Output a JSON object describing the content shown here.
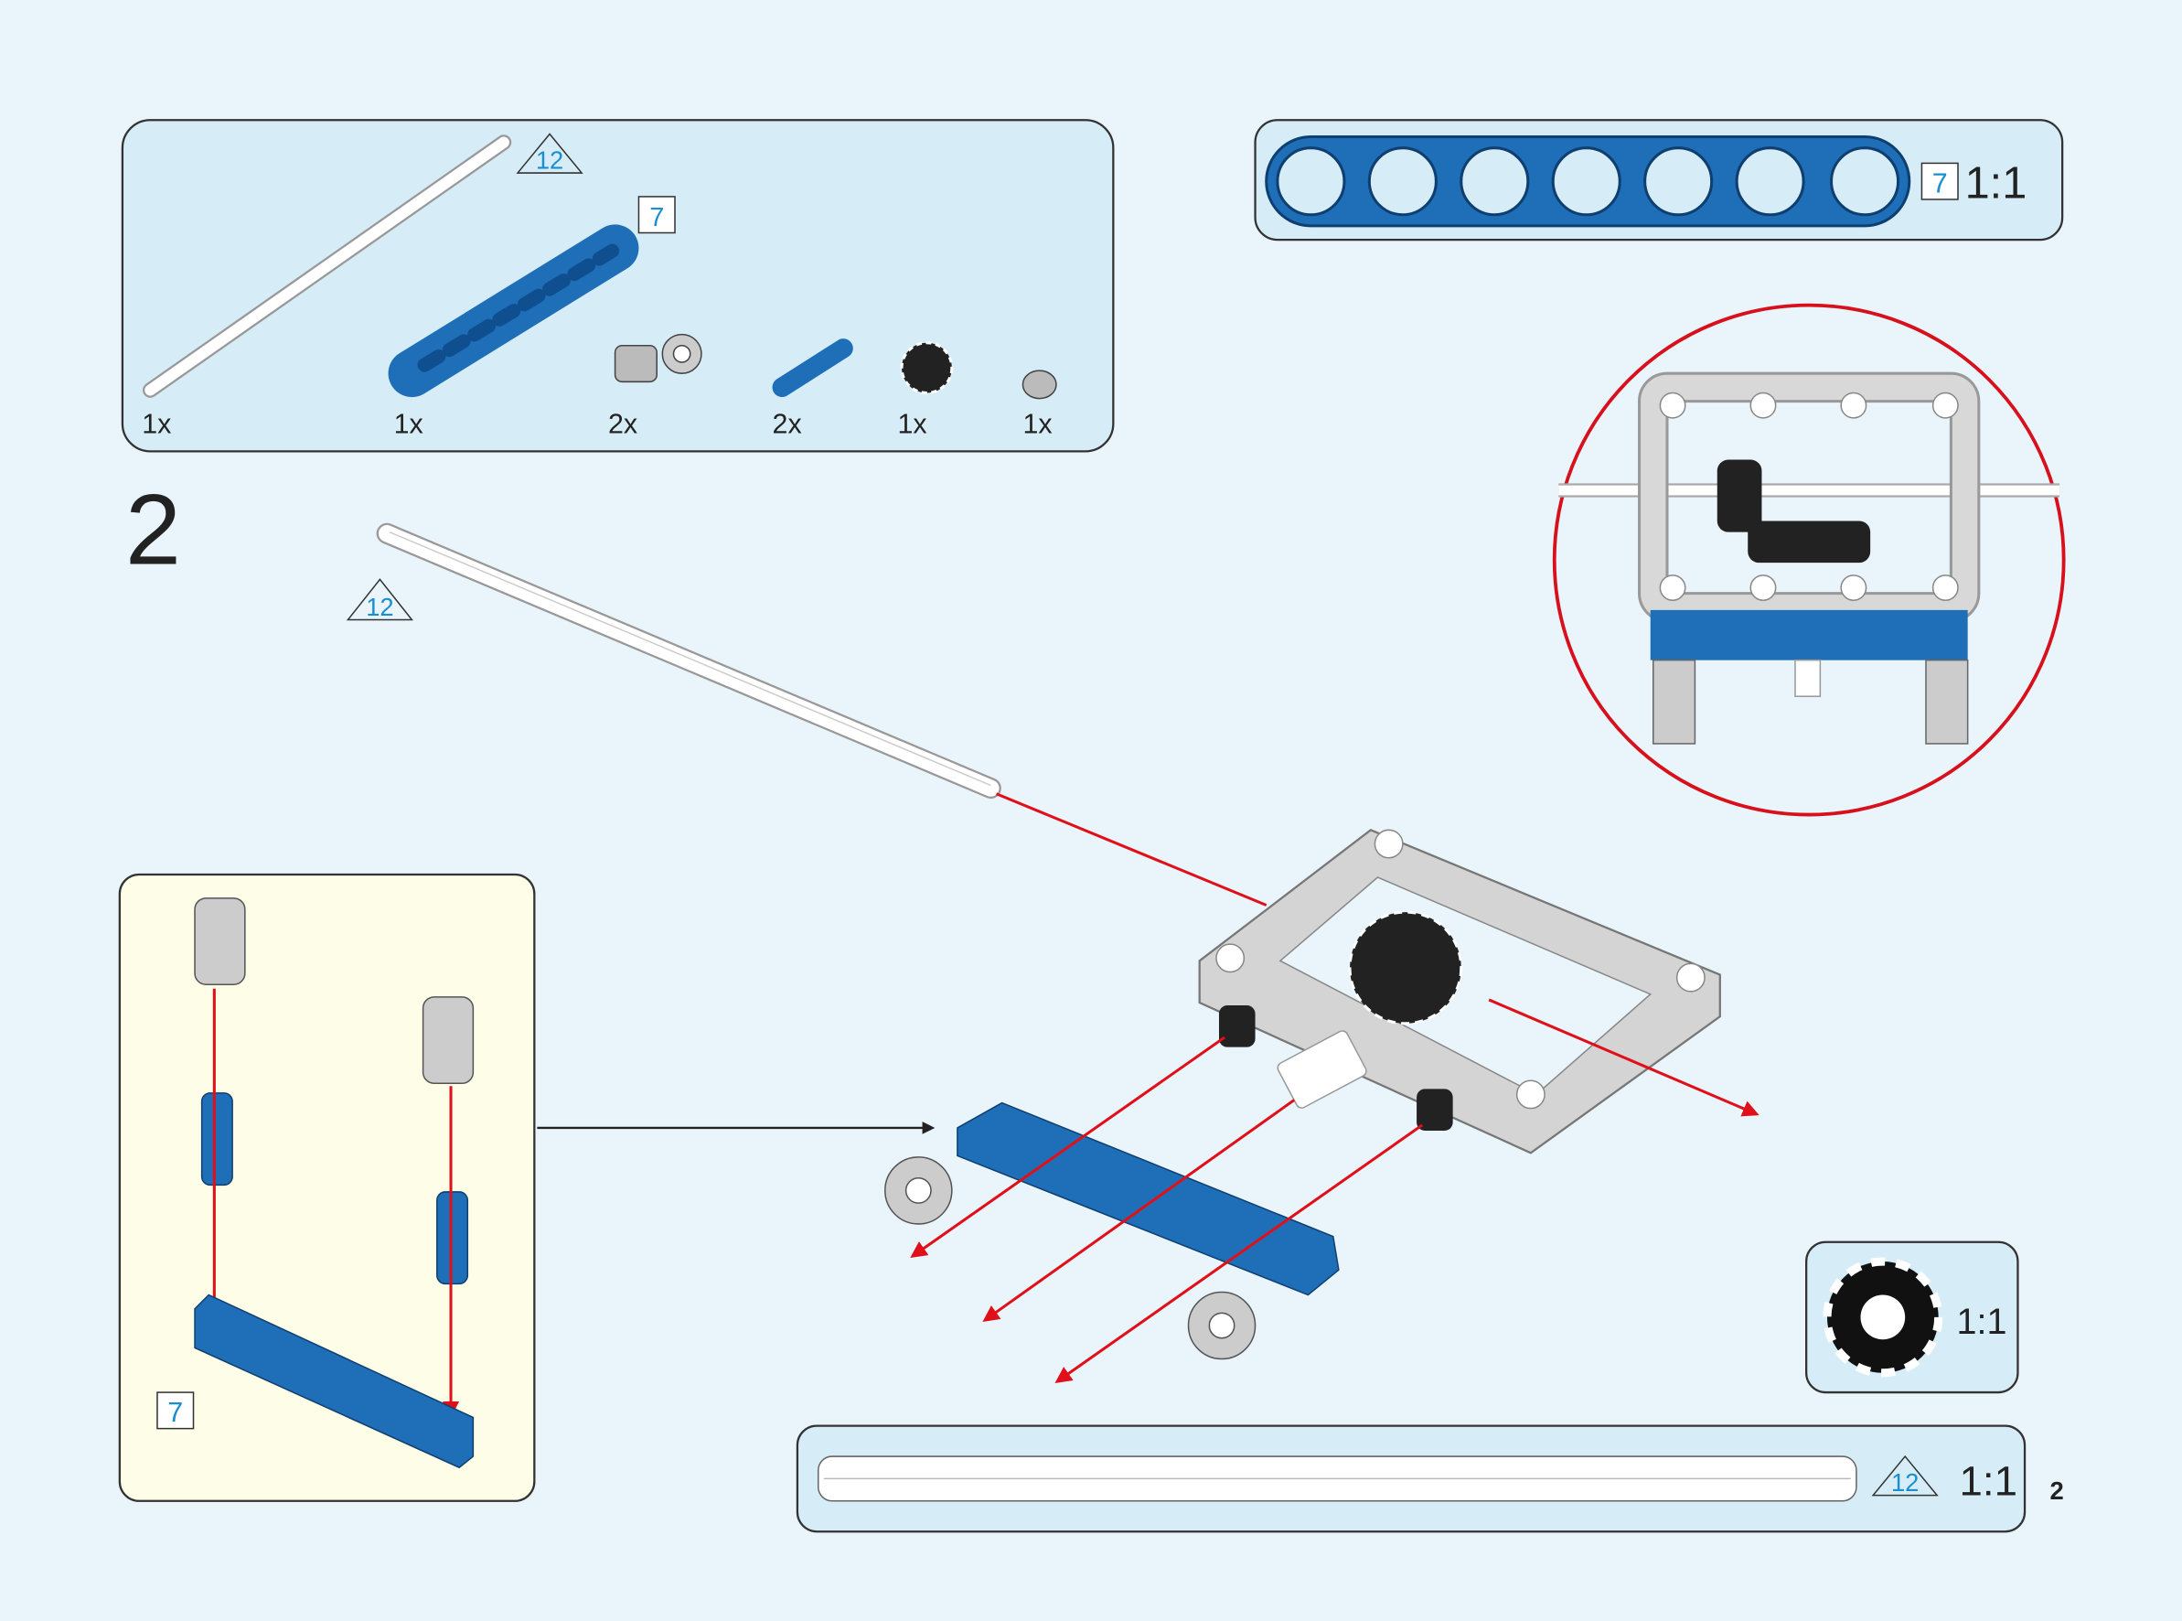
{
  "parts_list": {
    "items": [
      {
        "part": "axle",
        "size": "12",
        "qty": "1x"
      },
      {
        "part": "beam",
        "size": "7",
        "qty": "1x"
      },
      {
        "part": "axle-pin-connector",
        "qty": "2x"
      },
      {
        "part": "pin",
        "qty": "2x"
      },
      {
        "part": "gear",
        "qty": "1x"
      },
      {
        "part": "bush",
        "qty": "1x"
      }
    ]
  },
  "step_number": "2",
  "main_axle_size": "12",
  "subassembly": {
    "beam_size": "7"
  },
  "beam_scale": {
    "size": "7",
    "scale": "1:1"
  },
  "gear_scale": {
    "scale": "1:1"
  },
  "axle_scale": {
    "size": "12",
    "scale": "1:1"
  },
  "page_number": "2",
  "colors": {
    "background": "#e9f4fb",
    "panel": "#d6edf8",
    "sub_panel": "#fdfde8",
    "beam": "#1f6fb8",
    "arrow": "#e0101a",
    "callout": "#d7101c"
  }
}
